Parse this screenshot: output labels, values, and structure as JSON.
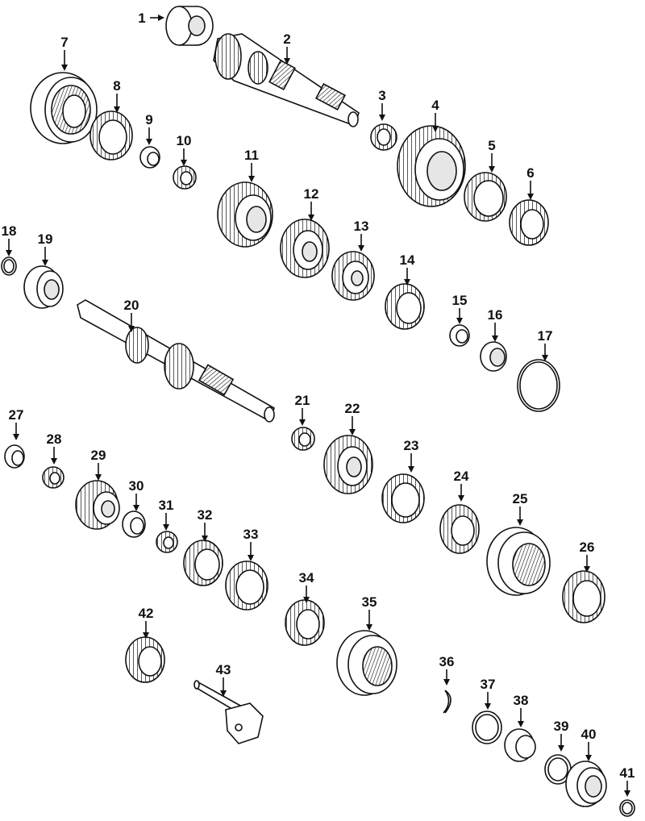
{
  "diagram": {
    "callouts": [
      {
        "id": "1",
        "label": "1"
      },
      {
        "id": "2",
        "label": "2"
      },
      {
        "id": "3",
        "label": "3"
      },
      {
        "id": "4",
        "label": "4"
      },
      {
        "id": "5",
        "label": "5"
      },
      {
        "id": "6",
        "label": "6"
      },
      {
        "id": "7",
        "label": "7"
      },
      {
        "id": "8",
        "label": "8"
      },
      {
        "id": "9",
        "label": "9"
      },
      {
        "id": "10",
        "label": "10"
      },
      {
        "id": "11",
        "label": "11"
      },
      {
        "id": "12",
        "label": "12"
      },
      {
        "id": "13",
        "label": "13"
      },
      {
        "id": "14",
        "label": "14"
      },
      {
        "id": "15",
        "label": "15"
      },
      {
        "id": "16",
        "label": "16"
      },
      {
        "id": "17",
        "label": "17"
      },
      {
        "id": "18",
        "label": "18"
      },
      {
        "id": "19",
        "label": "19"
      },
      {
        "id": "20",
        "label": "20"
      },
      {
        "id": "21",
        "label": "21"
      },
      {
        "id": "22",
        "label": "22"
      },
      {
        "id": "23",
        "label": "23"
      },
      {
        "id": "24",
        "label": "24"
      },
      {
        "id": "25",
        "label": "25"
      },
      {
        "id": "26",
        "label": "26"
      },
      {
        "id": "27",
        "label": "27"
      },
      {
        "id": "28",
        "label": "28"
      },
      {
        "id": "29",
        "label": "29"
      },
      {
        "id": "30",
        "label": "30"
      },
      {
        "id": "31",
        "label": "31"
      },
      {
        "id": "32",
        "label": "32"
      },
      {
        "id": "33",
        "label": "33"
      },
      {
        "id": "34",
        "label": "34"
      },
      {
        "id": "35",
        "label": "35"
      },
      {
        "id": "36",
        "label": "36"
      },
      {
        "id": "37",
        "label": "37"
      },
      {
        "id": "38",
        "label": "38"
      },
      {
        "id": "39",
        "label": "39"
      },
      {
        "id": "40",
        "label": "40"
      },
      {
        "id": "41",
        "label": "41"
      },
      {
        "id": "42",
        "label": "42"
      },
      {
        "id": "43",
        "label": "43"
      }
    ]
  }
}
